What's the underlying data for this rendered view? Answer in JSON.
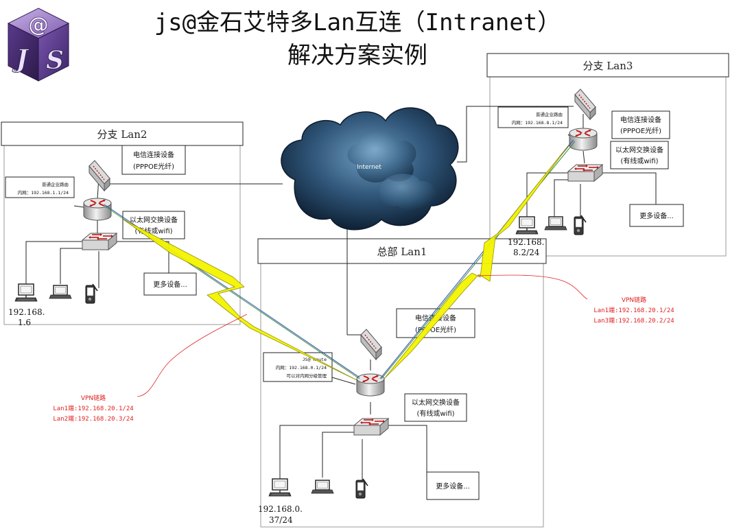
{
  "title": {
    "line1": "js@金石艾特多Lan互连（Intranet）",
    "line2": "解决方案实例"
  },
  "logo": {
    "at": "@",
    "j": "J",
    "s": "S"
  },
  "cloud": {
    "label": "Internet"
  },
  "lan2": {
    "header": "分支 Lan2",
    "telecom": {
      "line1": "电信连接设备",
      "line2": "(PPPOE光纤)"
    },
    "router_label": {
      "line1": "普通企业路由",
      "line2": "内网：192.168.1.1/24"
    },
    "switch_label": {
      "line1": "以太网交换设备",
      "line2": "(有线或wifi)"
    },
    "more": "更多设备...",
    "ip": {
      "line1": "192.168.",
      "line2": "1.6"
    }
  },
  "lan3": {
    "header": "分支 Lan3",
    "telecom": {
      "line1": "电信连接设备",
      "line2": "(PPPOE光纤)"
    },
    "router_label": {
      "line1": "普通企业路由",
      "line2": "内网：192.168.8.1/24"
    },
    "switch_label": {
      "line1": "以太网交换设备",
      "line2": "(有线或wifi)"
    },
    "more": "更多设备...",
    "ip": {
      "line1": "192.168.",
      "line2": "8.2/24"
    }
  },
  "lan1": {
    "header": "总部 Lan1",
    "telecom": {
      "line1": "电信连接设备",
      "line2": "(PPPOE光纤)"
    },
    "router_label": {
      "line1": "JS@ Route",
      "line2": "内网：192.168.0.1/24",
      "line3": "可以对内网分级管理"
    },
    "switch_label": {
      "line1": "以太网交换设备",
      "line2": "(有线或wifi)"
    },
    "more": "更多设备...",
    "ip": {
      "line1": "192.168.0.",
      "line2": "37/24"
    }
  },
  "vpn_left": {
    "title": "VPN链路",
    "line1": "Lan1端:192.168.20.1/24",
    "line2": "Lan2端:192.168.20.3/24"
  },
  "vpn_right": {
    "title": "VPN链路",
    "line1": "Lan1端:192.168.20.1/24",
    "line2": "Lan3端:192.168.20.2/24"
  },
  "colors": {
    "vpn_text": "#e02020",
    "lightning": "#f4f400",
    "cloud_dark": "#1b3550",
    "cloud_light": "#5d8fb5",
    "router": "#c0c0c0",
    "router_arrow": "#c01818"
  },
  "icons": [
    "router-icon",
    "switch-icon",
    "modem-icon",
    "desktop-icon",
    "laptop-icon",
    "pda-icon",
    "cloud-icon",
    "lightning-icon"
  ]
}
